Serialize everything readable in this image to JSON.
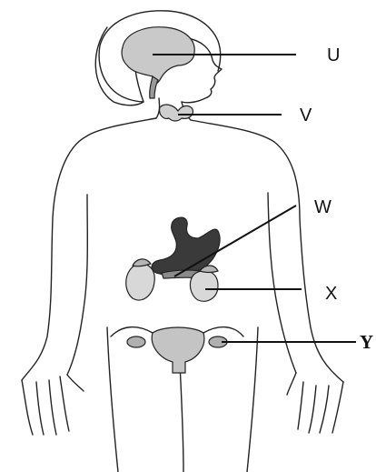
{
  "labels": {
    "u": "U",
    "v": "V",
    "w": "W",
    "x": "X",
    "y": "Y"
  }
}
